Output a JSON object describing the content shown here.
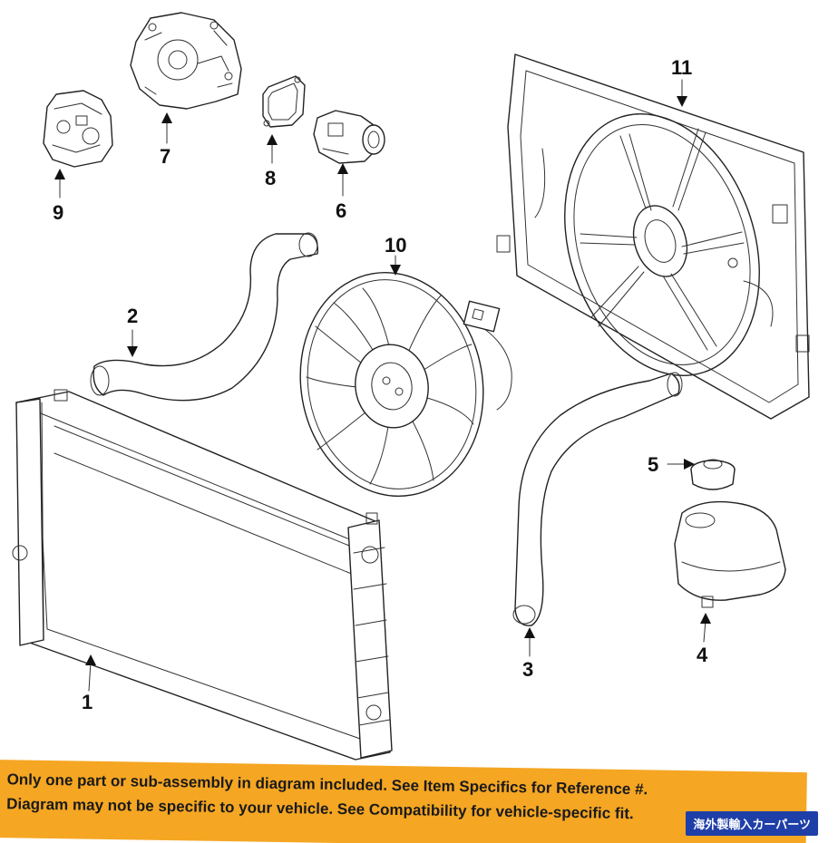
{
  "callouts": {
    "c1": "1",
    "c2": "2",
    "c3": "3",
    "c4": "4",
    "c5": "5",
    "c6": "6",
    "c7": "7",
    "c8": "8",
    "c9": "9",
    "c10": "10",
    "c11": "11"
  },
  "disclaimer": {
    "line1": "Only one part or sub-assembly in diagram included. See Item Specifics for Reference #.",
    "line2": "Diagram may not be specific to your vehicle. See Compatibility for vehicle-specific fit."
  },
  "badge": {
    "label": "海外製輸入カーパーツ"
  },
  "colors": {
    "banner": "#f5a623",
    "badge": "#1f3fa8",
    "linework": "#222222"
  }
}
